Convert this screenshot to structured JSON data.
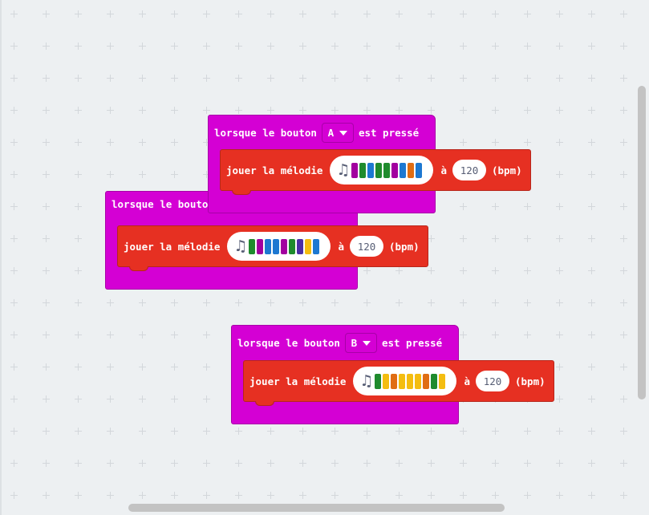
{
  "colors": {
    "event_block": "#d400d4",
    "music_block": "#e63022",
    "workspace": "#edf0f2",
    "melody_cells": {
      "green": "#1f8b2d",
      "purple": "#a2009f",
      "blue": "#1d78d1",
      "orange": "#e06d13",
      "yellow": "#f4bd10",
      "indigo": "#4b2ea5"
    }
  },
  "blocks": [
    {
      "hat": {
        "prefix": "lorsque le bouton",
        "button": "A",
        "suffix": "est pressé"
      },
      "play": {
        "label": "jouer la mélodie",
        "icon": "music-note-icon",
        "cells": [
          "purple",
          "green",
          "blue",
          "green",
          "green",
          "purple",
          "blue",
          "orange",
          "blue"
        ],
        "at": "à",
        "tempo": "120",
        "unit": "(bpm)"
      }
    },
    {
      "hat": {
        "prefix": "lorsque le bouton",
        "button": "",
        "suffix": ""
      },
      "play": {
        "label": "jouer la mélodie",
        "icon": "music-note-icon",
        "cells": [
          "green",
          "purple",
          "blue",
          "blue",
          "purple",
          "green",
          "indigo",
          "yellow",
          "blue"
        ],
        "at": "à",
        "tempo": "120",
        "unit": "(bpm)"
      }
    },
    {
      "hat": {
        "prefix": "lorsque le bouton",
        "button": "B",
        "suffix": "est pressé"
      },
      "play": {
        "label": "jouer la mélodie",
        "icon": "music-note-icon",
        "cells": [
          "green",
          "yellow",
          "orange",
          "yellow",
          "yellow",
          "yellow",
          "orange",
          "green",
          "yellow"
        ],
        "at": "à",
        "tempo": "120",
        "unit": "(bpm)"
      }
    }
  ]
}
